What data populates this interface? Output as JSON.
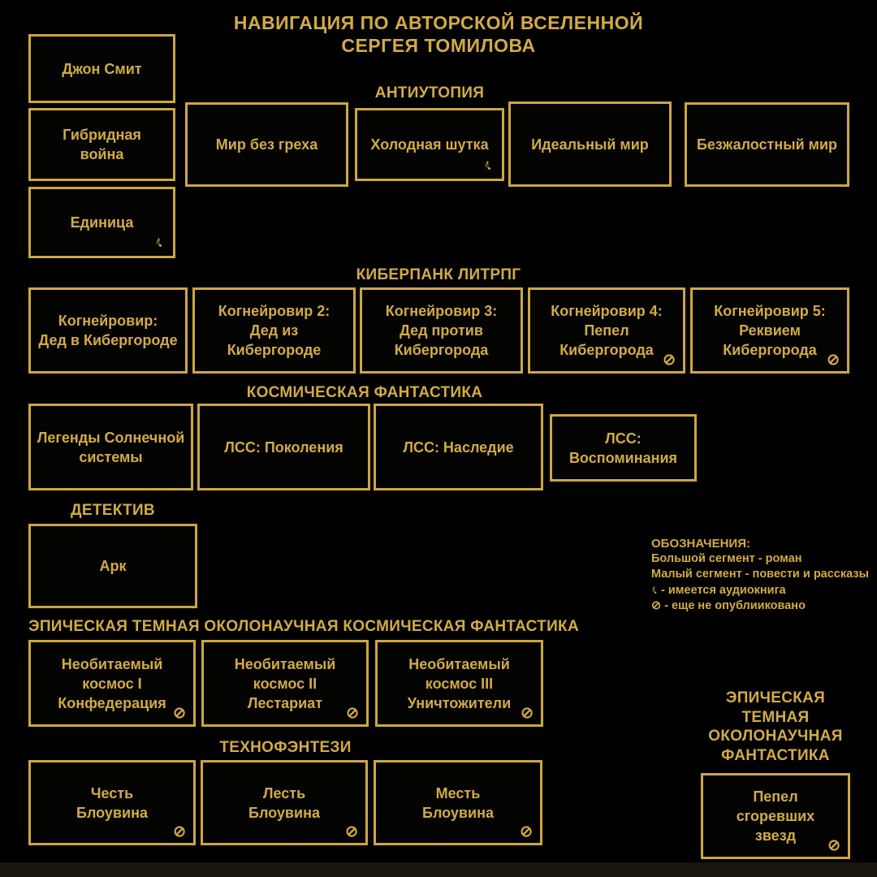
{
  "page": {
    "title": "НАВИГАЦИЯ ПО АВТОРСКОЙ ВСЕЛЕННОЙ\nСЕРГЕЯ ТОМИЛОВА"
  },
  "sections": {
    "antiutopia": "АНТИУТОПИЯ",
    "cyberpunk_litrpg": "КИБЕРПАНК ЛИТРПГ",
    "space_fiction": "КОСМИЧЕСКАЯ ФАНТАСТИКА",
    "detective": "ДЕТЕКТИВ",
    "epic_space_fiction": "ЭПИЧЕСКАЯ ТЕМНАЯ ОКОЛОНАУЧНАЯ КОСМИЧЕСКАЯ ФАНТАСТИКА",
    "technofantasy": "ТЕХНОФЭНТЕЗИ",
    "epic_dark_fiction": "ЭПИЧЕСКАЯ\nТЕМНАЯ\nОКОЛОНАУЧНАЯ\nФАНТАСТИКА"
  },
  "books": {
    "john_smith": "Джон Смит",
    "hybrid_war": "Гибридная\nвойна",
    "edinitsa": "Единица",
    "mir_bez_greha": "Мир без греха",
    "kholodnaya_shutka": "Холодная шутка",
    "idealny_mir": "Идеальный мир",
    "bezzhalostny_mir": "Безжалостный мир",
    "kognejrovir_1": "Когнейровир:\nДед в Кибергороде",
    "kognejrovir_2": "Когнейровир 2:\nДед из\nКибергороде",
    "kognejrovir_3": "Когнейровир 3:\nДед против\nКибергорода",
    "kognejrovir_4": "Когнейровир 4:\nПепел\nКибергорода",
    "kognejrovir_5": "Когнейровир 5:\nРеквием\nКибергорода",
    "legendy_ss": "Легенды Солнечной\nсистемы",
    "lss_pokoleniya": "ЛСС: Поколения",
    "lss_nasledie": "ЛСС: Наследие",
    "lss_vospominaniya": "ЛСС:\nВоспоминания",
    "ark": "Арк",
    "neobitaemy_1": "Необитаемый\nкосмос I\nКонфедерация",
    "neobitaemy_2": "Необитаемый\nкосмос II\nЛестариат",
    "neobitaemy_3": "Необитаемый\nкосмос III\nУничтожители",
    "chest_blouvina": "Честь\nБлоувина",
    "lest_blouvina": "Лесть\nБлоувина",
    "mest_blouvina": "Месть\nБлоувина",
    "pepel_zvezd": "Пепел\nсгоревших\nзвезд"
  },
  "legend": {
    "heading": "ОБОЗНАЧЕНИЯ:",
    "big_segment": "Большой сегмент - роман",
    "small_segment": "Малый сегмент - повести и рассказы",
    "audiobook_text": "- имеется аудиокнига",
    "unpublished_text": "- еще не опублииковано"
  },
  "icons": {
    "audiobook": "♪",
    "unpublished": "⊘"
  },
  "colors": {
    "gold": "#CDA643",
    "background": "#000000"
  }
}
